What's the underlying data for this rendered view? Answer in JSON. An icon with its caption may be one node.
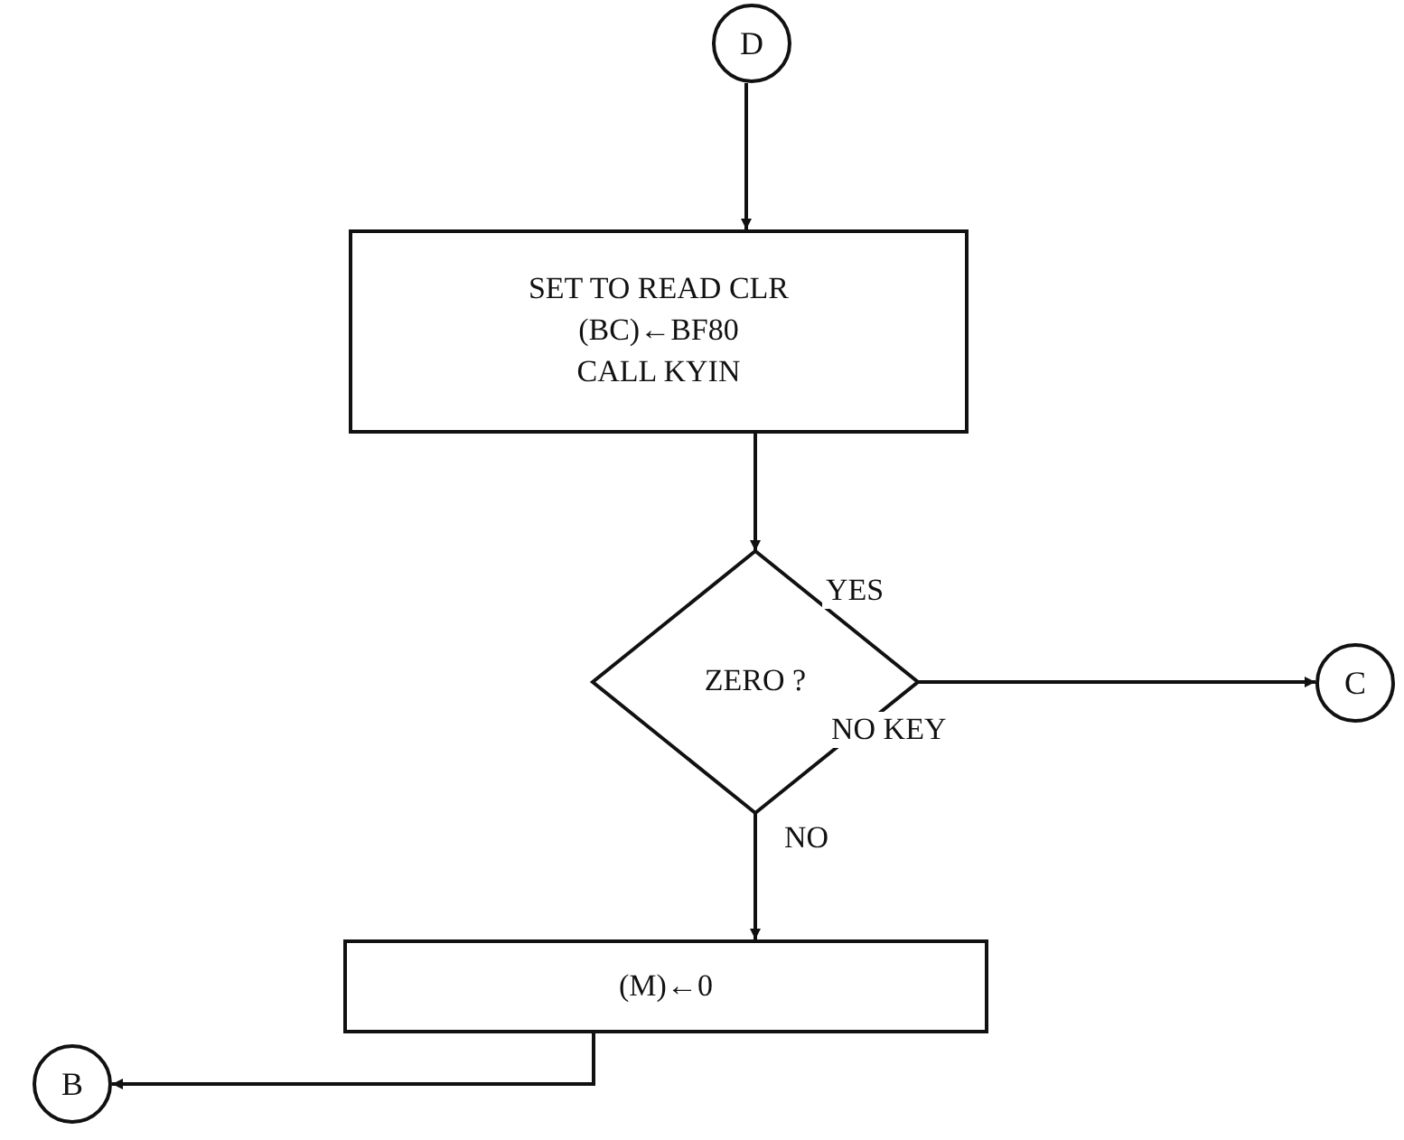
{
  "diagram": {
    "nodes": [
      {
        "text": [
          "D"
        ]
      },
      {
        "text": [
          "SET TO READ CLR",
          "(BC)←BF80",
          "CALL KYIN"
        ]
      },
      {
        "text": [
          "ZERO ?"
        ]
      },
      {
        "text": [
          "C"
        ]
      },
      {
        "text": [
          "(M)←0"
        ]
      },
      {
        "text": [
          "B"
        ]
      }
    ],
    "edges": [
      {
        "from": 0,
        "to": 1,
        "arrow": "to"
      },
      {
        "from": 1,
        "to": 2,
        "arrow": "to"
      },
      {
        "from": 2,
        "to": 3,
        "arrow": "to",
        "label": "YES"
      },
      {
        "from": 2,
        "to": 4,
        "arrow": "to",
        "label": "NO"
      },
      {
        "from": 4,
        "to": 5,
        "arrow": "to"
      }
    ],
    "labels": [
      "NO KEY"
    ]
  }
}
